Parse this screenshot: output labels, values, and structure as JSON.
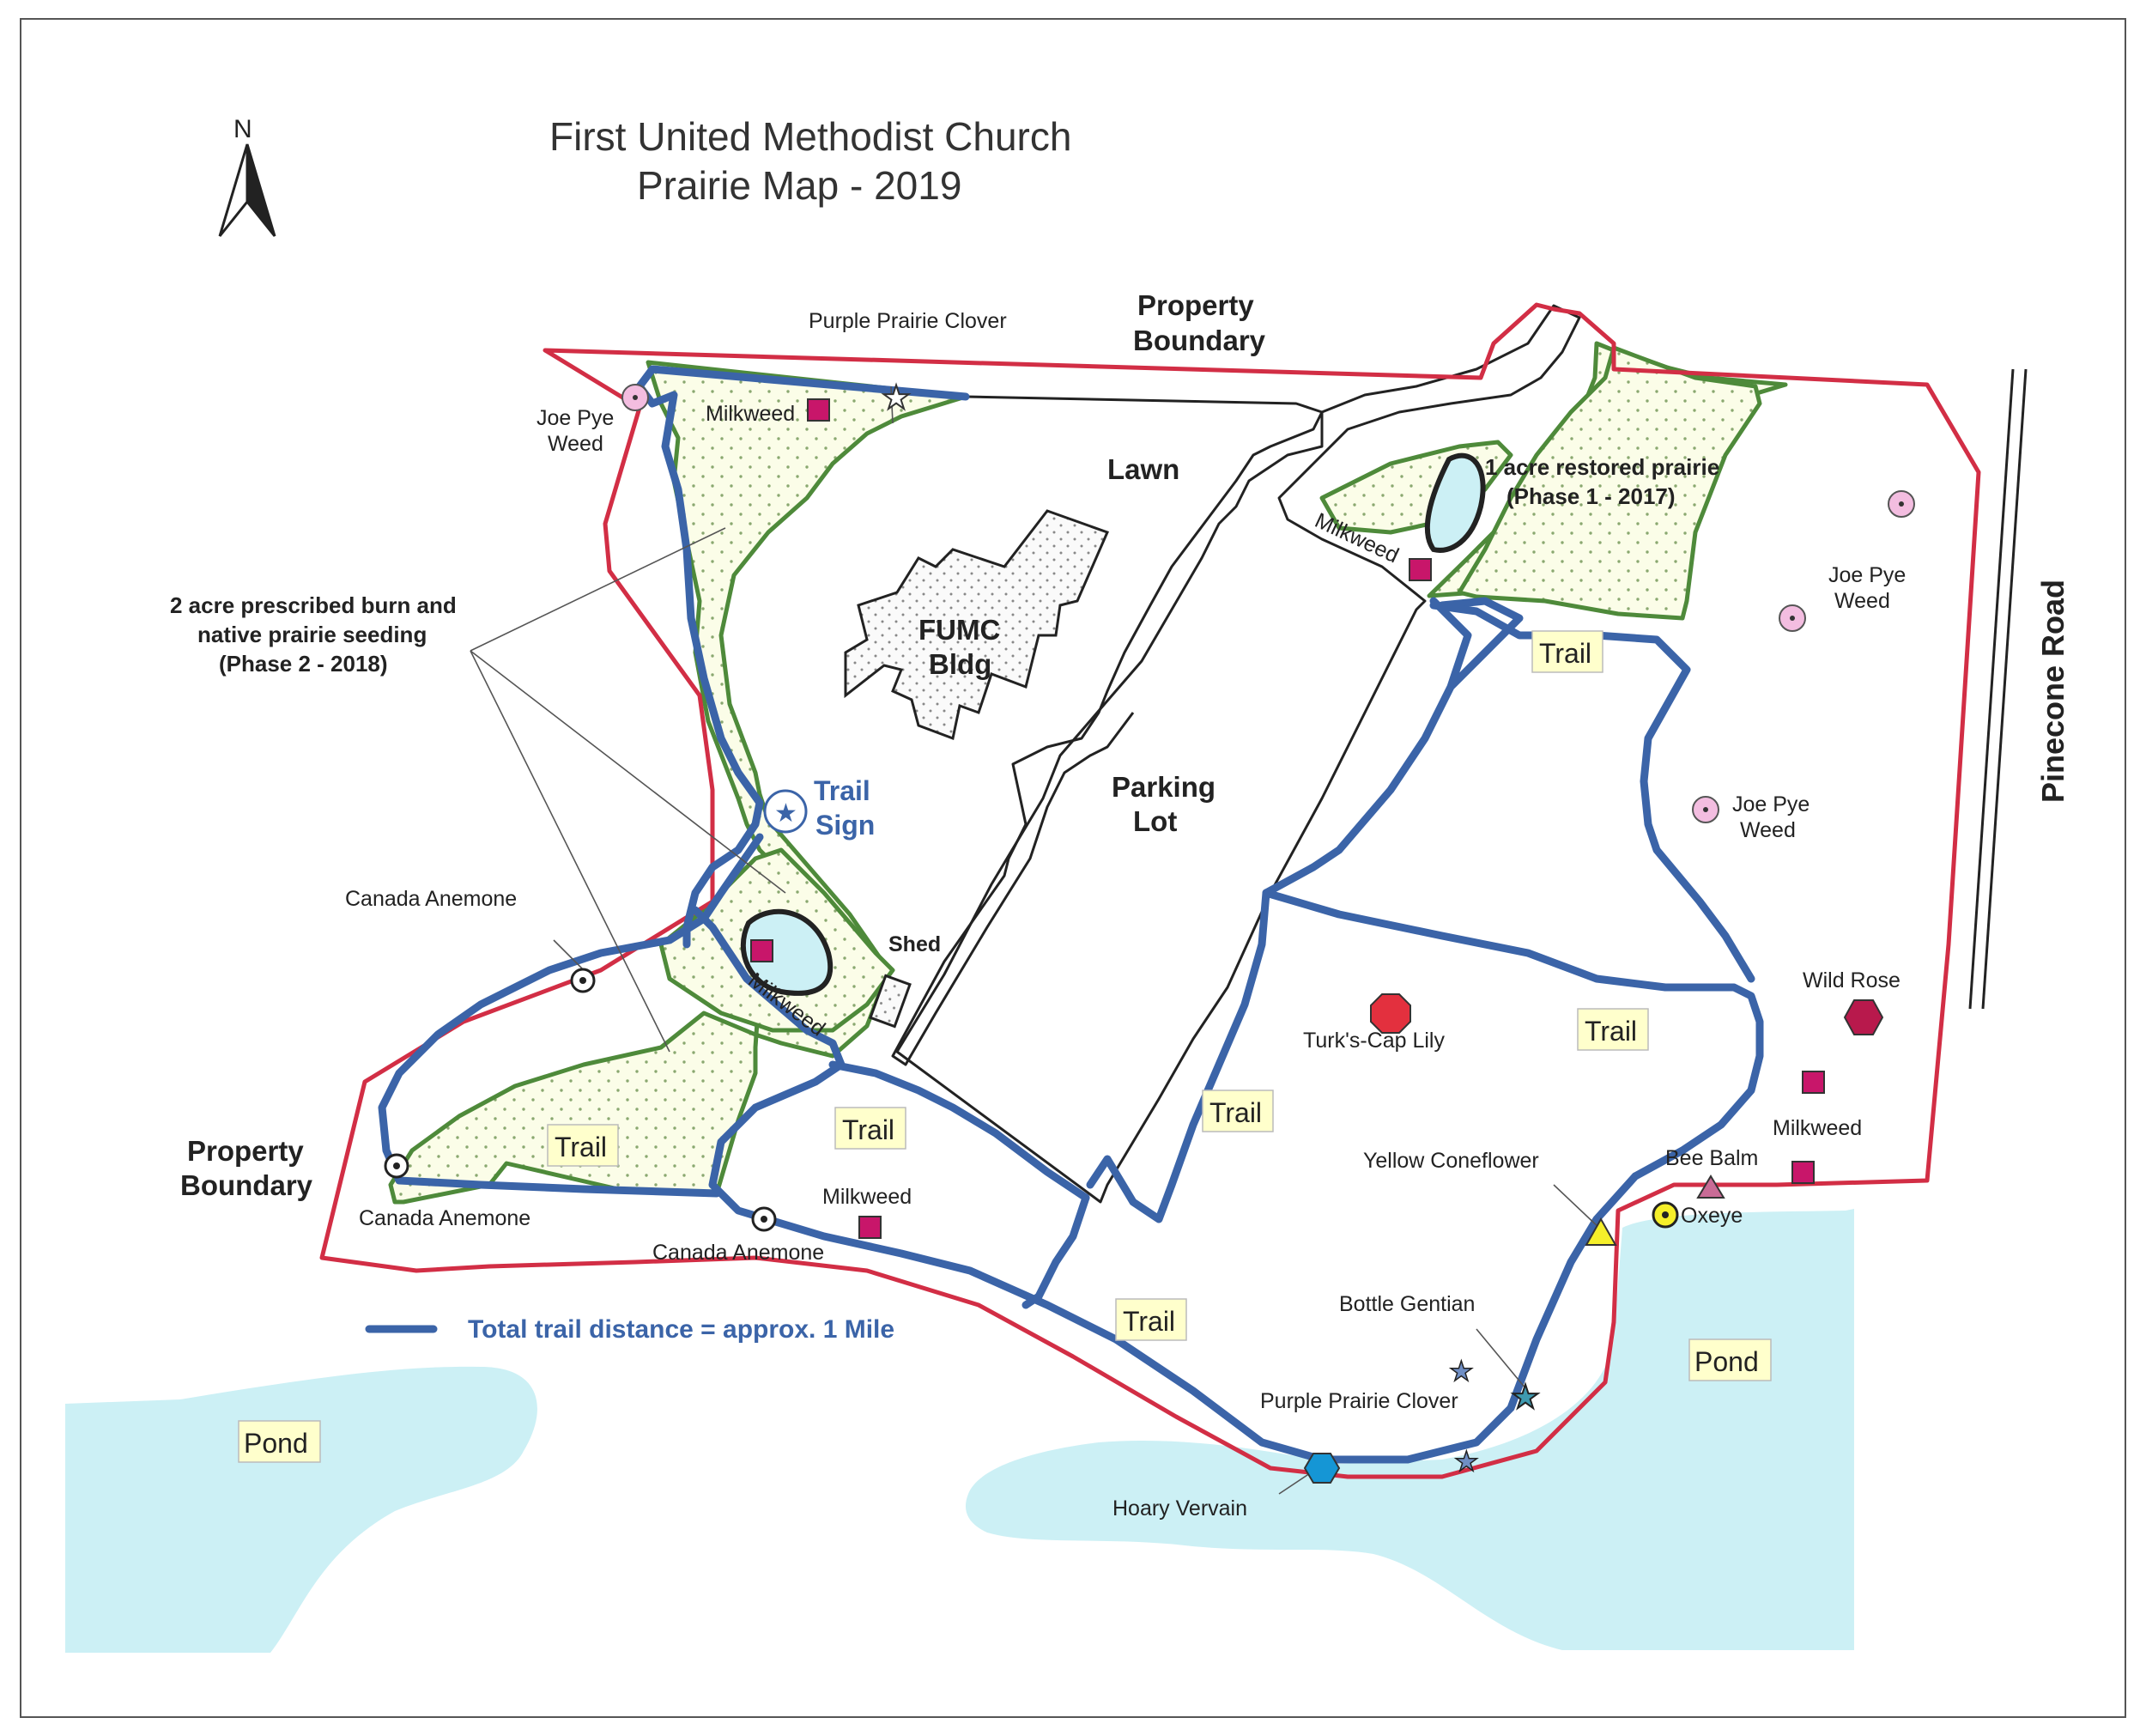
{
  "title": {
    "line1": "First United Methodist Church",
    "line2": "Prairie Map - 2019"
  },
  "north_label": "N",
  "boundary_labels": {
    "top_line1": "Property",
    "top_line2": "Boundary",
    "left_line1": "Property",
    "left_line2": "Boundary"
  },
  "areas": {
    "lawn": "Lawn",
    "building_line1": "FUMC",
    "building_line2": "Bldg",
    "parking_line1": "Parking",
    "parking_line2": "Lot",
    "shed": "Shed",
    "phase1_line1": "1 acre restored prairie",
    "phase1_line2": "(Phase 1 - 2017)",
    "phase2_line1": "2 acre prescribed burn and",
    "phase2_line2": "native prairie seeding",
    "phase2_line3": "(Phase 2 - 2018)"
  },
  "road": "Pinecone Road",
  "trail_sign": {
    "line1": "Trail",
    "line2": "Sign"
  },
  "trail_box_label": "Trail",
  "pond_label": "Pond",
  "legend": "Total trail distance = approx. 1 Mile",
  "plants": {
    "purple_prairie_clover": "Purple Prairie Clover",
    "milkweed": "Milkweed",
    "joe_pye_line1": "Joe Pye",
    "joe_pye_line2": "Weed",
    "canada_anemone": "Canada Anemone",
    "turks_cap_lily": "Turk's-Cap Lily",
    "wild_rose": "Wild Rose",
    "yellow_coneflower": "Yellow Coneflower",
    "bee_balm": "Bee Balm",
    "oxeye": "Oxeye",
    "bottle_gentian": "Bottle Gentian",
    "hoary_vervain": "Hoary Vervain"
  },
  "colors": {
    "boundary": "#d22e45",
    "trail": "#3b64a8",
    "prairie_edge": "#4e8a3a",
    "pond": "#ccf0f5",
    "label_box": "#ffffcc",
    "milkweed": "#c8166a",
    "joe_pye": "#f3bde0",
    "turks_cap": "#e3303e",
    "wild_rose": "#b8194c",
    "coneflower": "#f5ef2a",
    "bee_balm": "#c96b96",
    "gentian": "#3e9ab0",
    "vervain": "#1596d5",
    "clover": "#6f8ec4"
  },
  "icons": [
    "north-arrow-icon",
    "star-icon",
    "square-icon",
    "dotted-circle-icon",
    "hexagon-icon",
    "octagon-icon",
    "triangle-icon"
  ]
}
